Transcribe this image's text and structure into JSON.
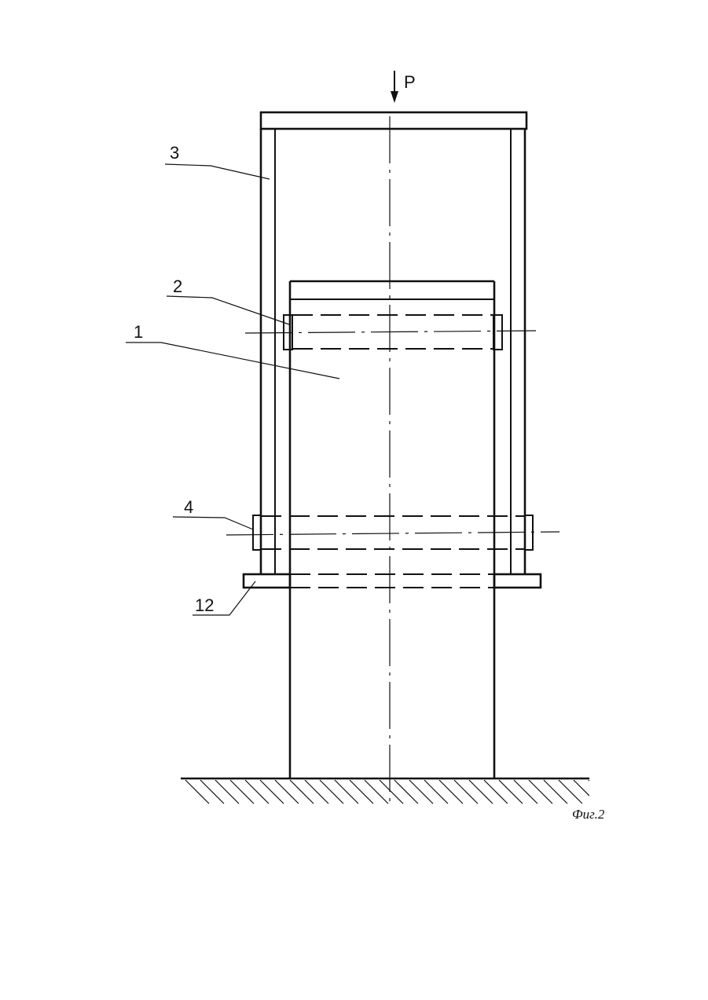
{
  "load_label": "P",
  "labels": {
    "part1": "1",
    "part2": "2",
    "part3": "3",
    "part4": "4",
    "part12": "12"
  },
  "caption": "Фиг.2"
}
